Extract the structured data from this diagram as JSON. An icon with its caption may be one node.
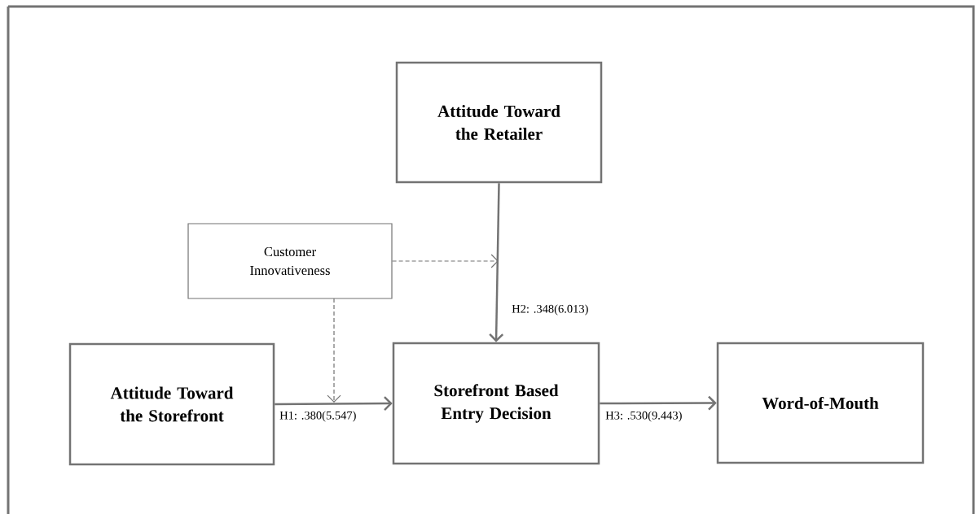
{
  "diagram": {
    "nodes": [
      {
        "text": [
          "Attitude Toward the Retailer"
        ]
      },
      {
        "text": [
          "Customer Innovativeness"
        ]
      },
      {
        "text": [
          "Attitude Toward the Storefront"
        ]
      },
      {
        "text": [
          "Storefront Based Entry Decision"
        ]
      },
      {
        "text": [
          "Word-of-Mouth"
        ]
      }
    ],
    "edges": [
      {
        "from": 0,
        "to": 3,
        "arrow": "to",
        "label": "H2: .348(6.013)"
      },
      {
        "from": 1,
        "to": null,
        "arrow": "to",
        "style": "dashed"
      },
      {
        "from": 1,
        "to": null,
        "arrow": "to",
        "style": "dashed"
      },
      {
        "from": 2,
        "to": 3,
        "arrow": "to",
        "label": "H1: .380(5.547)"
      },
      {
        "from": 3,
        "to": 4,
        "arrow": "to",
        "label": "H3: .530(9.443)"
      }
    ]
  }
}
